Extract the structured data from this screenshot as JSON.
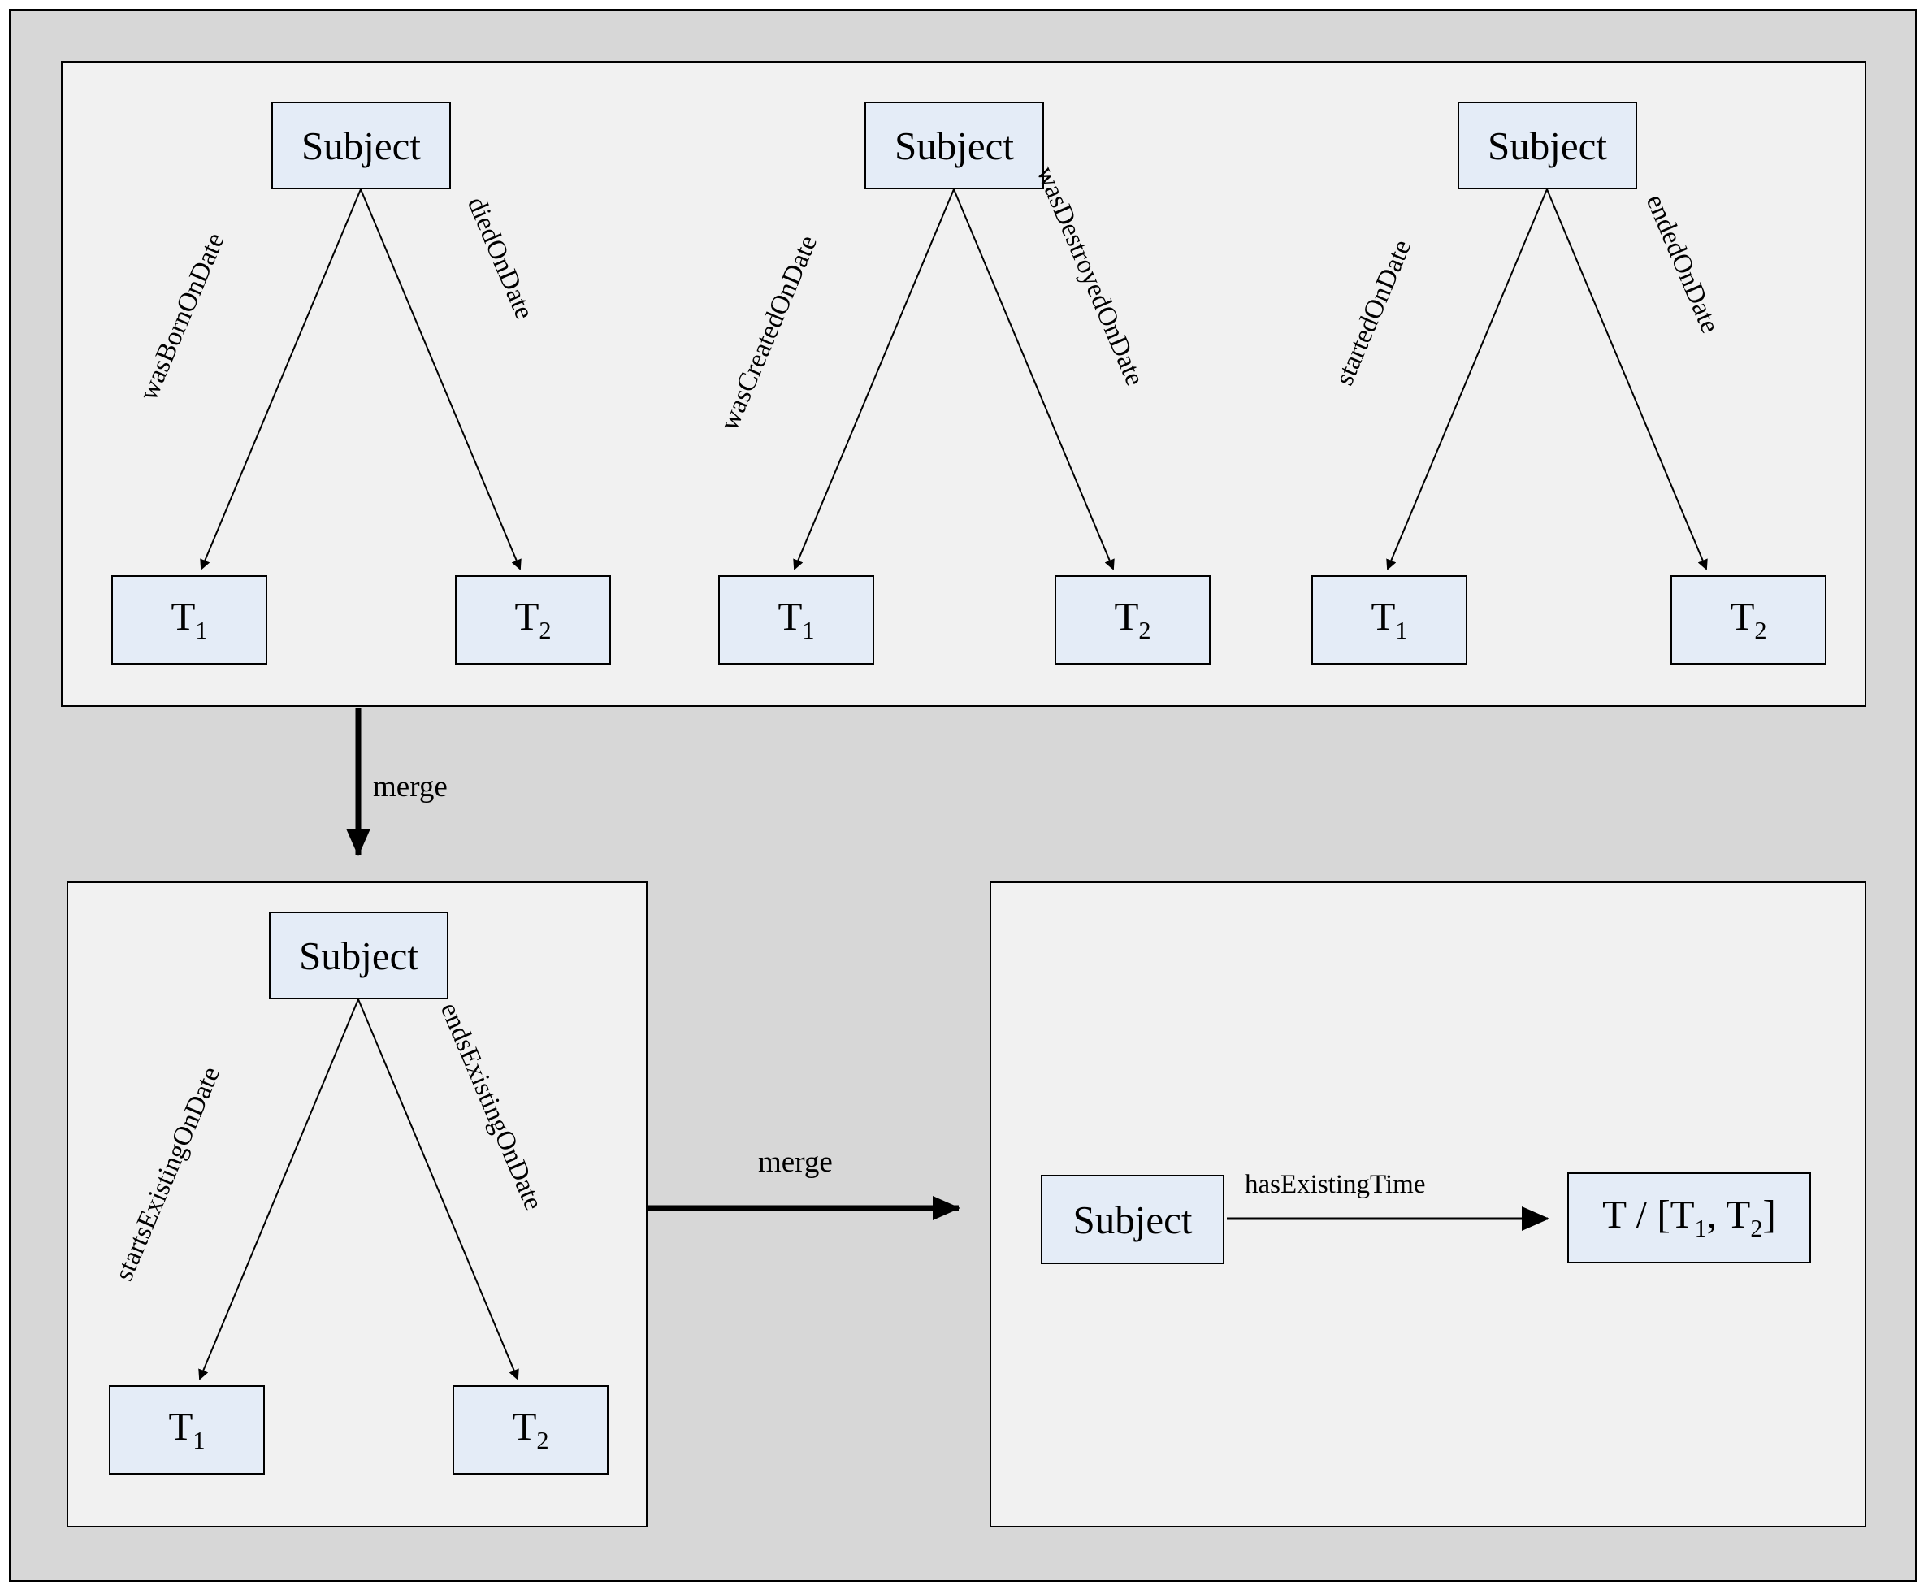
{
  "diagram": {
    "title": "Temporal property merge diagram",
    "colors": {
      "canvas": "#d7d7d7",
      "panel": "#f1f1f1",
      "node_fill": "#e4ecf7",
      "stroke": "#000000"
    },
    "panels": [
      {
        "id": "source-patterns",
        "name": "source-patterns-panel"
      },
      {
        "id": "merged-pattern",
        "name": "merged-pattern-panel"
      },
      {
        "id": "final-pattern",
        "name": "final-pattern-panel"
      }
    ],
    "groups": [
      {
        "id": "person-group",
        "subject_label": "Subject",
        "left_edge_label": "wasBornOnDate",
        "right_edge_label": "diedOnDate",
        "left_target_label": "T",
        "left_target_sub": "1",
        "right_target_label": "T",
        "right_target_sub": "2"
      },
      {
        "id": "artifact-group",
        "subject_label": "Subject",
        "left_edge_label": "wasCreatedOnDate",
        "right_edge_label": "wasDestroyedOnDate",
        "left_target_label": "T",
        "left_target_sub": "1",
        "right_target_label": "T",
        "right_target_sub": "2"
      },
      {
        "id": "event-group",
        "subject_label": "Subject",
        "left_edge_label": "startedOnDate",
        "right_edge_label": "endedOnDate",
        "left_target_label": "T",
        "left_target_sub": "1",
        "right_target_label": "T",
        "right_target_sub": "2"
      },
      {
        "id": "merged-group",
        "subject_label": "Subject",
        "left_edge_label": "startsExistingOnDate",
        "right_edge_label": "endsExistingOnDate",
        "left_target_label": "T",
        "left_target_sub": "1",
        "right_target_label": "T",
        "right_target_sub": "2"
      }
    ],
    "final": {
      "subject_label": "Subject",
      "edge_label": "hasExistingTime",
      "target_label": "T / [T",
      "target_sub1": "1",
      "target_mid": ", T",
      "target_sub2": "2",
      "target_end": "]"
    },
    "transitions": [
      {
        "id": "merge-vertical",
        "label": "merge",
        "direction": "down"
      },
      {
        "id": "merge-horizontal",
        "label": "merge",
        "direction": "right"
      }
    ]
  }
}
